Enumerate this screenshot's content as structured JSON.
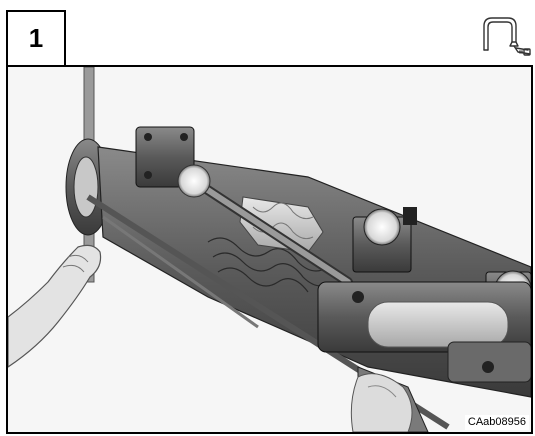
{
  "step": {
    "number": "1"
  },
  "tool": {
    "icon": "torque-wrench-icon"
  },
  "photo": {
    "subject": "steering-gear-assembly-photo",
    "code": "CAab08956"
  }
}
